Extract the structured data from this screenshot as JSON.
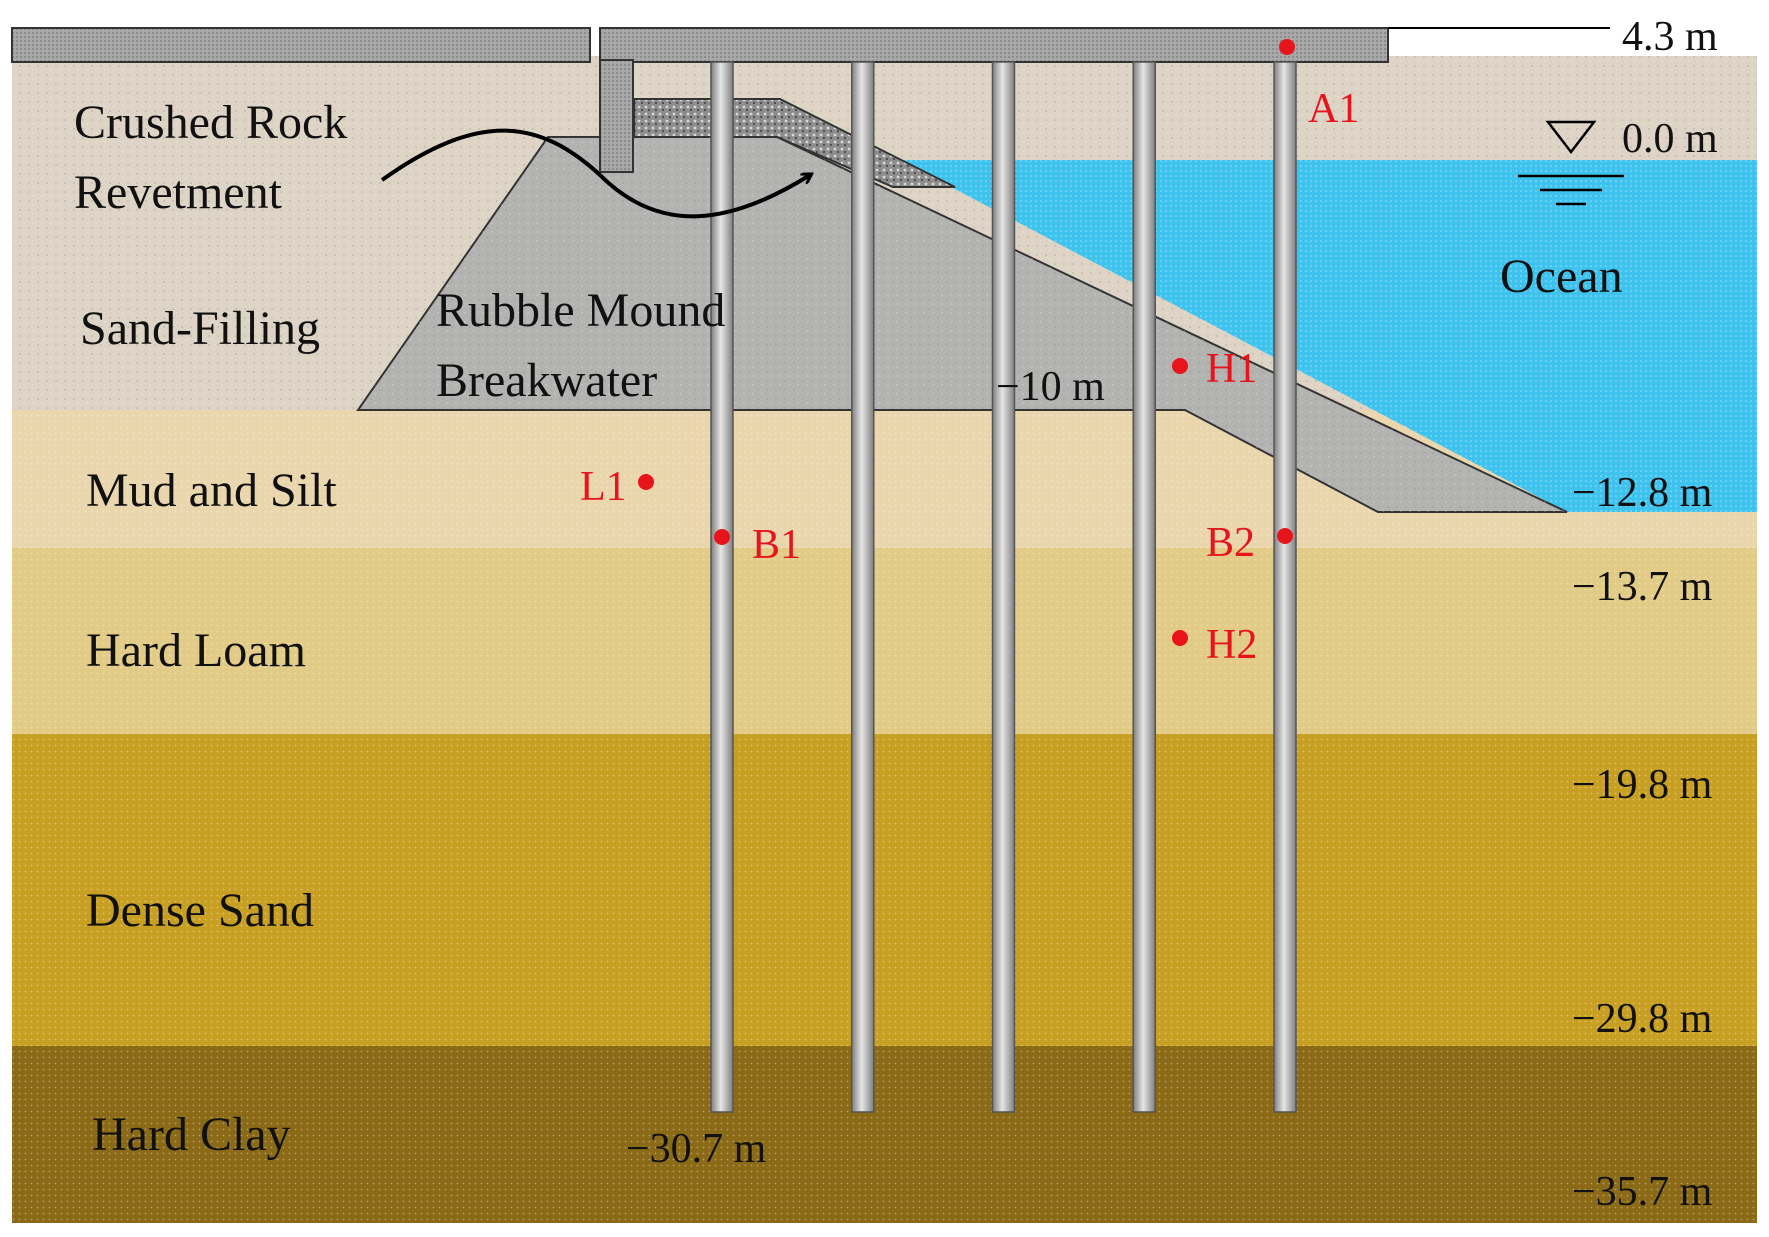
{
  "colors": {
    "sand_filling": "#ddd4c6",
    "mud_silt": "#ead6ad",
    "hard_loam": "#e1cb87",
    "dense_sand": "#c79f23",
    "hard_clay": "#8a6a16",
    "ocean": "#38c2ee",
    "rubble": "#b3b3b1",
    "crushed_rock": "#8f8f8f",
    "deck": "#a4a4a4",
    "pile": "#aaaaaa",
    "marker": "#e8141c"
  },
  "labels": {
    "crushed_rock_1": "Crushed Rock",
    "crushed_rock_2": "Revetment",
    "sand_filling": "Sand-Filling",
    "rubble_1": "Rubble Mound",
    "rubble_2": "Breakwater",
    "ocean": "Ocean",
    "mud_silt": "Mud and Silt",
    "hard_loam": "Hard Loam",
    "dense_sand": "Dense Sand",
    "hard_clay": "Hard Clay"
  },
  "elevations": {
    "deck_top": "4.3 m",
    "water_level": "0.0 m",
    "breakwater_toe": "−10 m",
    "mud_bottom_seabed": "−12.8 m",
    "loam_top": "−13.7 m",
    "dense_sand_top": "−19.8 m",
    "hard_clay_top": "−29.8 m",
    "pile_tip": "−30.7 m",
    "model_bottom": "−35.7 m"
  },
  "monitoring_points": [
    {
      "id": "A1",
      "label": "A1"
    },
    {
      "id": "H1",
      "label": "H1"
    },
    {
      "id": "L1",
      "label": "L1"
    },
    {
      "id": "B1",
      "label": "B1"
    },
    {
      "id": "B2",
      "label": "B2"
    },
    {
      "id": "H2",
      "label": "H2"
    }
  ],
  "pile_count": 5
}
